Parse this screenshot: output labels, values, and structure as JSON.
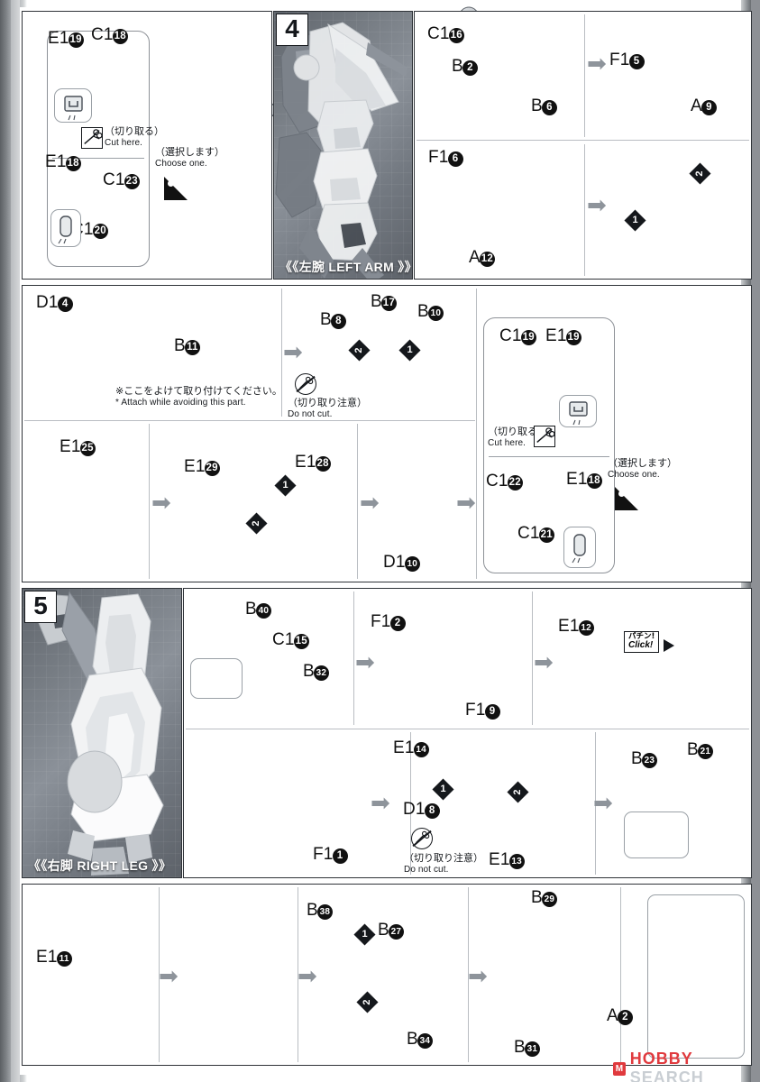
{
  "document": {
    "type": "gundam-model-kit-instruction-manual",
    "watermark": {
      "brand_a": "HOBBY",
      "brand_b": "SEARCH",
      "mark": "M"
    }
  },
  "steps": [
    {
      "number": "4",
      "caption_jp": "《《左腕",
      "caption_en": "LEFT ARM",
      "caption_close": "》》"
    },
    {
      "number": "5",
      "caption_jp": "《《右脚",
      "caption_en": "RIGHT LEG",
      "caption_close": "》》"
    }
  ],
  "notes": {
    "cut_here_jp": "（切り取る）",
    "cut_here_en": "Cut here.",
    "do_not_cut_jp": "（切り取り注意）",
    "do_not_cut_en": "Do not cut.",
    "choose_one_jp": "（選択します）",
    "choose_one_en": "Choose one.",
    "avoid_jp": "※ここをよけて取り付けてください。",
    "avoid_en": "* Attach while avoiding this part.",
    "click_jp": "パチン!",
    "click_en": "Click!"
  },
  "order_badges": {
    "one": "1",
    "two": "2"
  },
  "panels": {
    "p1_arm_hands": {
      "labels": [
        {
          "pre": "E1",
          "num": "19"
        },
        {
          "pre": "C1",
          "num": "18"
        },
        {
          "pre": "E1",
          "num": "18"
        },
        {
          "pre": "C1",
          "num": "23"
        },
        {
          "pre": "C1",
          "num": "20"
        }
      ]
    },
    "p2_shoulder": {
      "labels": [
        {
          "pre": "C1",
          "num": "16"
        },
        {
          "pre": "B",
          "num": "2"
        },
        {
          "pre": "B",
          "num": "6"
        }
      ]
    },
    "p3_fin": {
      "labels": [
        {
          "pre": "F1",
          "num": "5"
        },
        {
          "pre": "A",
          "num": "9"
        }
      ]
    },
    "p4_claw": {
      "labels": [
        {
          "pre": "F1",
          "num": "6"
        },
        {
          "pre": "A",
          "num": "12"
        }
      ]
    },
    "p5_claw_assembly": {
      "labels": []
    },
    "p6_d14": {
      "labels": [
        {
          "pre": "D1",
          "num": "4"
        },
        {
          "pre": "B",
          "num": "11"
        }
      ]
    },
    "p7_b8": {
      "labels": [
        {
          "pre": "B",
          "num": "8"
        },
        {
          "pre": "B",
          "num": "17"
        },
        {
          "pre": "B",
          "num": "10"
        }
      ]
    },
    "p8_hands2": {
      "labels": [
        {
          "pre": "C1",
          "num": "19"
        },
        {
          "pre": "E1",
          "num": "19"
        },
        {
          "pre": "C1",
          "num": "22"
        },
        {
          "pre": "E1",
          "num": "18"
        },
        {
          "pre": "C1",
          "num": "21"
        }
      ]
    },
    "p9_e125": {
      "labels": [
        {
          "pre": "E1",
          "num": "25"
        }
      ]
    },
    "p10_e129": {
      "labels": [
        {
          "pre": "E1",
          "num": "29"
        },
        {
          "pre": "E1",
          "num": "28"
        }
      ]
    },
    "p11_d110": {
      "labels": [
        {
          "pre": "D1",
          "num": "10"
        }
      ]
    },
    "p12_b40": {
      "labels": [
        {
          "pre": "B",
          "num": "40"
        },
        {
          "pre": "C1",
          "num": "15"
        },
        {
          "pre": "B",
          "num": "32"
        }
      ]
    },
    "p13_f12": {
      "labels": [
        {
          "pre": "F1",
          "num": "2"
        },
        {
          "pre": "F1",
          "num": "9"
        }
      ]
    },
    "p14_e112": {
      "labels": [
        {
          "pre": "E1",
          "num": "12"
        }
      ]
    },
    "p15_f11": {
      "labels": [
        {
          "pre": "F1",
          "num": "1"
        }
      ]
    },
    "p16_e114": {
      "labels": [
        {
          "pre": "E1",
          "num": "14"
        },
        {
          "pre": "D1",
          "num": "8"
        },
        {
          "pre": "E1",
          "num": "13"
        }
      ]
    },
    "p17_b23": {
      "labels": [
        {
          "pre": "B",
          "num": "23"
        },
        {
          "pre": "B",
          "num": "21"
        }
      ]
    },
    "p18_e111": {
      "labels": [
        {
          "pre": "E1",
          "num": "11"
        }
      ]
    },
    "p19_blank": {
      "labels": []
    },
    "p20_b38": {
      "labels": [
        {
          "pre": "B",
          "num": "38"
        },
        {
          "pre": "B",
          "num": "27"
        },
        {
          "pre": "B",
          "num": "34"
        }
      ]
    },
    "p21_b29": {
      "labels": [
        {
          "pre": "B",
          "num": "29"
        },
        {
          "pre": "A",
          "num": "2"
        },
        {
          "pre": "B",
          "num": "31"
        }
      ]
    },
    "p22_result": {
      "labels": []
    }
  }
}
